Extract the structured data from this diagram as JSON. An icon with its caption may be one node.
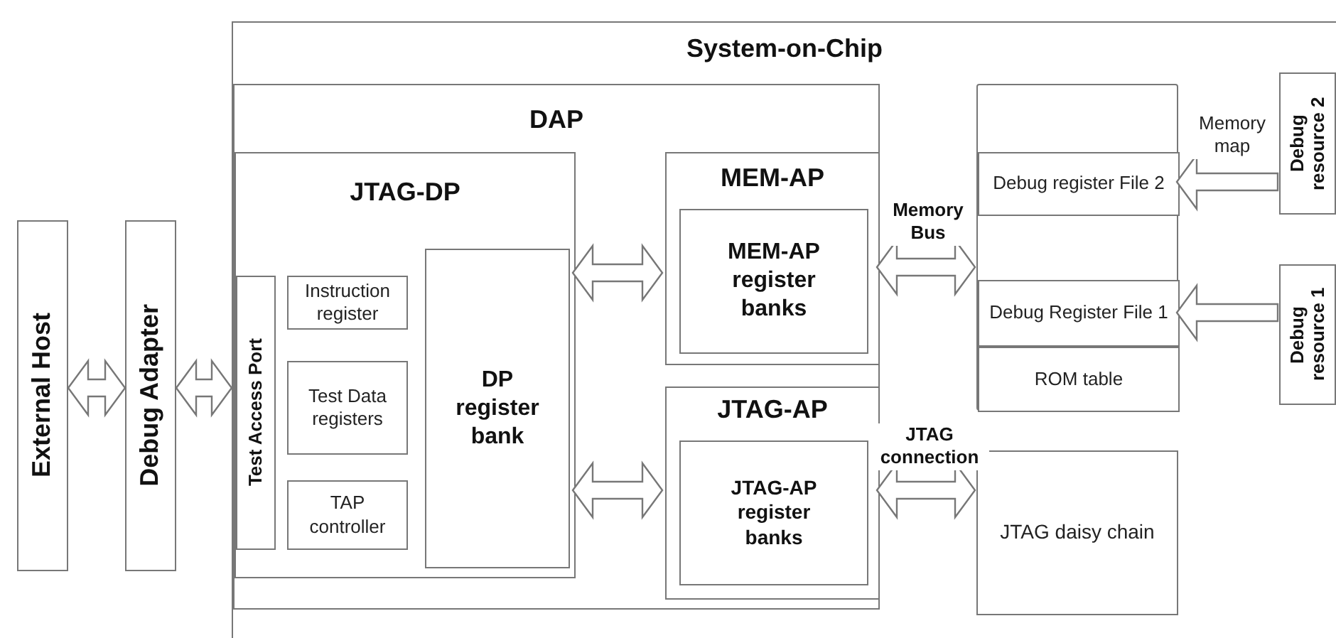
{
  "diagram": {
    "nodes": [
      {
        "text": [
          "External Host"
        ]
      },
      {
        "text": [
          "Debug Adapter"
        ]
      },
      {
        "text": [
          "System-on-Chip"
        ]
      },
      {
        "text": [
          "DAP"
        ],
        "in": 2
      },
      {
        "text": [
          "JTAG-DP"
        ],
        "in": 3
      },
      {
        "text": [
          "Test Access Port"
        ],
        "in": 4
      },
      {
        "text": [
          "Instruction register"
        ],
        "in": 4
      },
      {
        "text": [
          "Test Data registers"
        ],
        "in": 4
      },
      {
        "text": [
          "TAP controller"
        ],
        "in": 4
      },
      {
        "text": [
          "DP register bank"
        ],
        "in": 4
      },
      {
        "text": [
          "MEM-AP"
        ],
        "in": 3
      },
      {
        "text": [
          "MEM-AP register banks"
        ],
        "in": 10
      },
      {
        "text": [
          "JTAG-AP"
        ],
        "in": 3
      },
      {
        "text": [
          "JTAG-AP register banks"
        ],
        "in": 12
      },
      {
        "text": [],
        "shape": "box",
        "in": 2
      },
      {
        "text": [
          "Debug register File 2"
        ],
        "in": 14
      },
      {
        "text": [
          "Debug Register File 1"
        ],
        "in": 14
      },
      {
        "text": [
          "ROM table"
        ],
        "in": 14
      },
      {
        "text": [
          "JTAG daisy chain"
        ],
        "in": 2
      },
      {
        "text": [
          "Debug resource 2"
        ],
        "in": 2
      },
      {
        "text": [
          "Debug resource 1"
        ],
        "in": 2
      }
    ],
    "edges": [
      {
        "from": 0,
        "to": 1,
        "arrow": "both"
      },
      {
        "from": 1,
        "to": 5,
        "arrow": "both"
      },
      {
        "from": 4,
        "to": 10,
        "arrow": "both"
      },
      {
        "from": 4,
        "to": 12,
        "arrow": "both"
      },
      {
        "from": 10,
        "to": 14,
        "arrow": "both",
        "label": "Memory Bus"
      },
      {
        "from": 12,
        "to": 18,
        "arrow": "both",
        "label": "JTAG connection"
      },
      {
        "from": 19,
        "to": 15,
        "arrow": "to",
        "label": "Memory map"
      },
      {
        "from": 20,
        "to": 16,
        "arrow": "to"
      }
    ]
  }
}
